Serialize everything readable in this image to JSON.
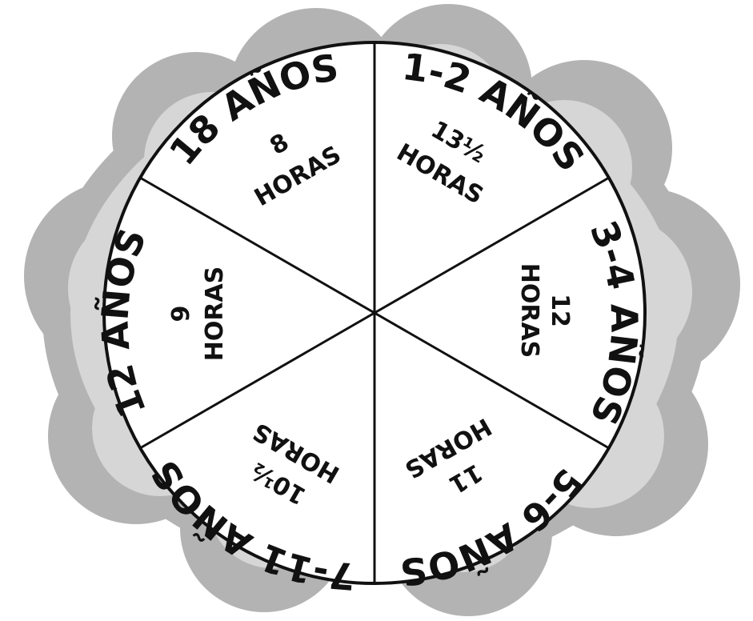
{
  "diagram": {
    "type": "sleep-wheel",
    "segments": [
      {
        "id": "s1",
        "age": "1-2 AÑOS",
        "hours": "13½",
        "unit": "HORAS"
      },
      {
        "id": "s2",
        "age": "3-4 AÑOS",
        "hours": "12",
        "unit": "HORAS"
      },
      {
        "id": "s3",
        "age": "5-6 AÑOS",
        "hours": "11",
        "unit": "HORAS"
      },
      {
        "id": "s4",
        "age": "7-11 AÑOS",
        "hours": "10½",
        "unit": "HORAS"
      },
      {
        "id": "s5",
        "age": "12 AÑOS",
        "hours": "9",
        "unit": "HORAS"
      },
      {
        "id": "s6",
        "age": "18 AÑOS",
        "hours": "8",
        "unit": "HORAS"
      }
    ],
    "colors": {
      "cloud_outer": "#b3b3b3",
      "cloud_inner": "#d6d6d6",
      "wheel_fill": "#ffffff",
      "stroke": "#111111"
    }
  }
}
